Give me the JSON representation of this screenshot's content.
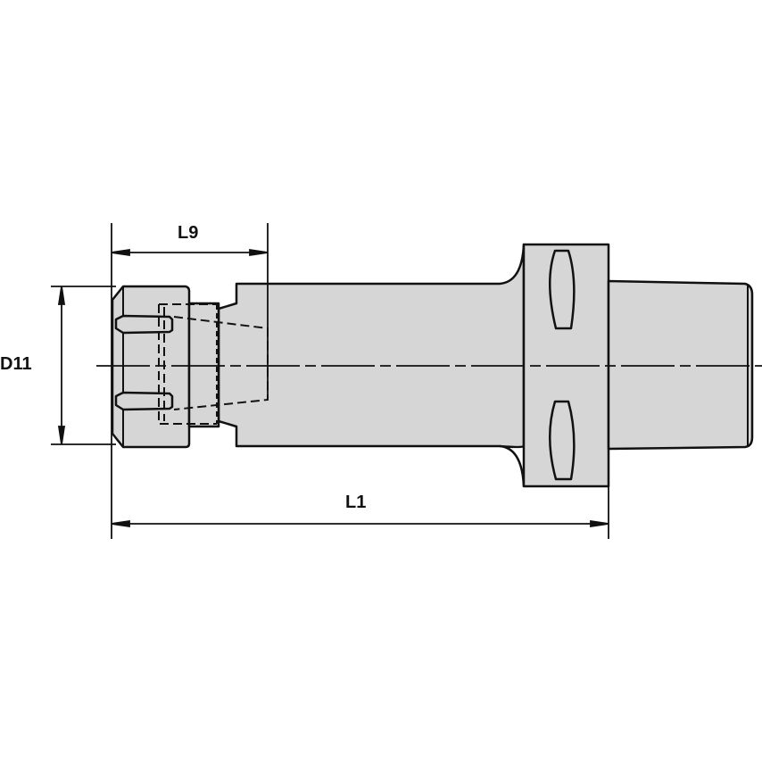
{
  "drawing": {
    "subject": "Collet chuck tool holder (side view)",
    "fill_color": "#d6d6d6",
    "line_color": "#111111",
    "background": "#ffffff"
  },
  "dimensions": {
    "l9": {
      "label": "L9"
    },
    "d11": {
      "label": "D11"
    },
    "l1": {
      "label": "L1"
    }
  }
}
